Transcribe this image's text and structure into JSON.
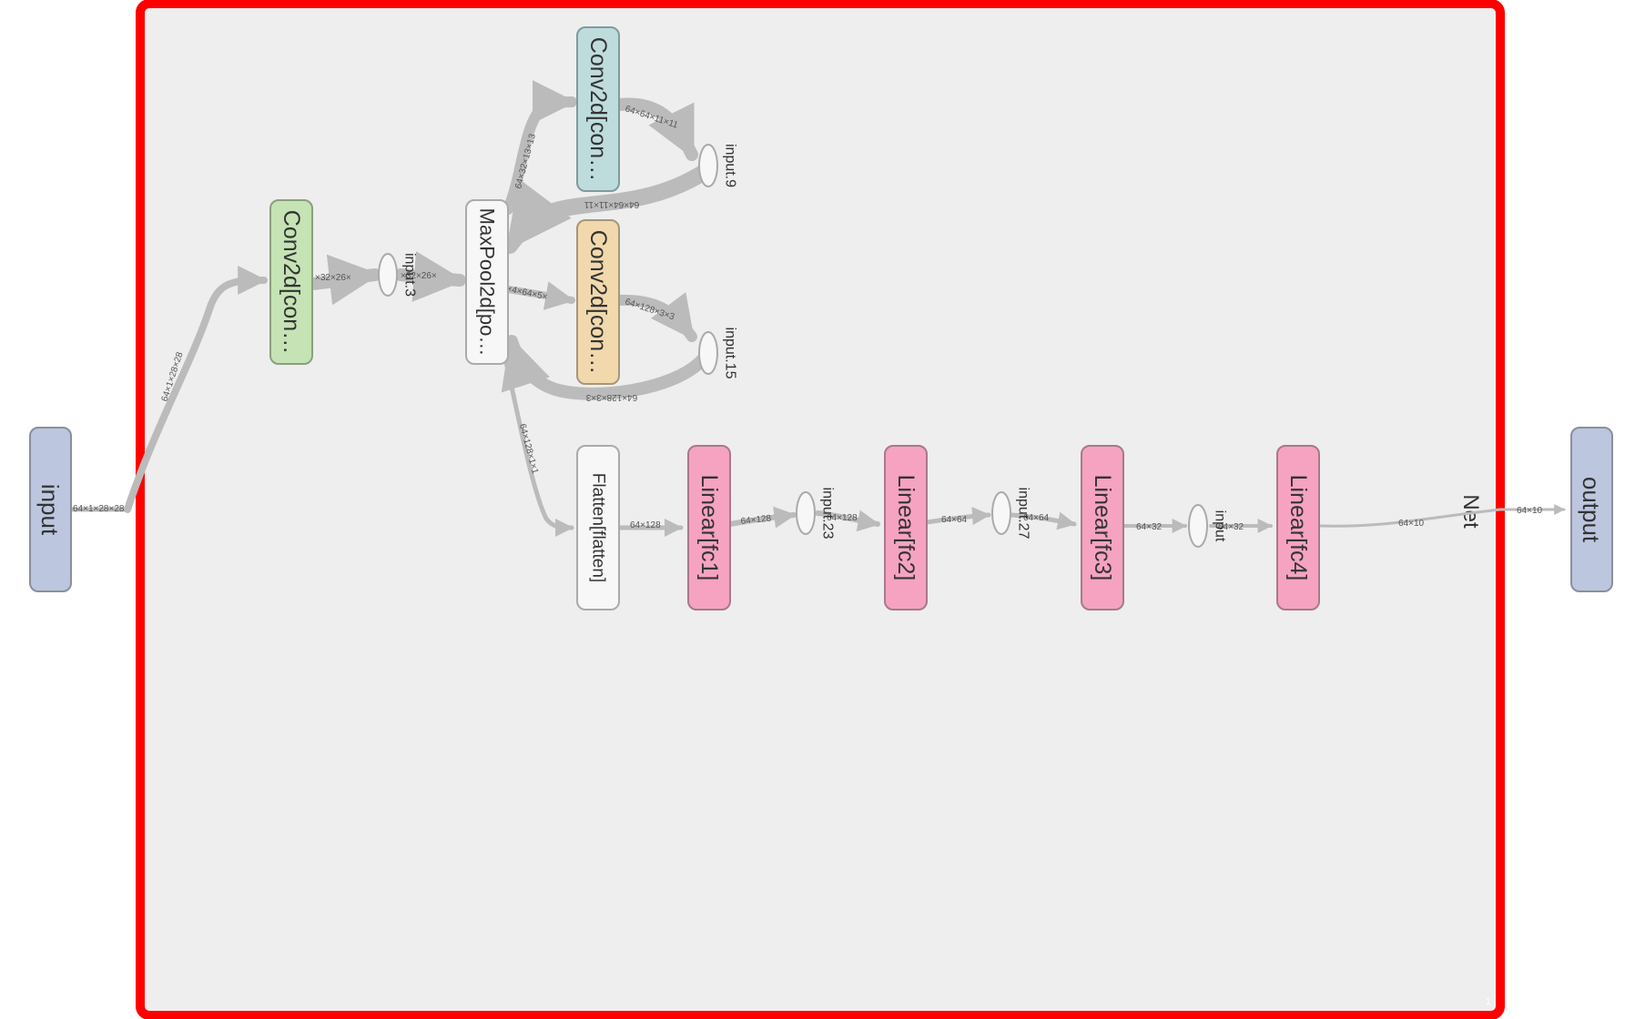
{
  "group": {
    "label": "Net",
    "corner_label": "1",
    "border_color": "#ff0000",
    "fill_color": "#eeeeee"
  },
  "colors": {
    "io": "#bcc6de",
    "conv": "#c5e3b5",
    "conv_a": "#bfdcdd",
    "conv_b": "#f1d9ad",
    "neutral": "#f7f7f7",
    "linear": "#f5a3c0",
    "edge": "#bbbbbb"
  },
  "nodes": {
    "input": "input",
    "conv1": "Conv2d[con…",
    "op_input3": "input.3",
    "maxpool": "MaxPool2d[po…",
    "conv2": "Conv2d[con…",
    "op_input9": "input.9",
    "conv3": "Conv2d[con…",
    "op_input15": "input.15",
    "flatten": "Flatten[flatten]",
    "fc1": "Linear[fc1]",
    "op_input23": "input.23",
    "fc2": "Linear[fc2]",
    "op_input27": "input.27",
    "fc3": "Linear[fc3]",
    "op_input": "input",
    "fc4": "Linear[fc4]",
    "output": "output"
  },
  "edges": {
    "e_input_net": "64×1×28×28",
    "e_net_conv1": "64×1×28×28",
    "e_conv1_in3": "×32×26×",
    "e_in3_pool": "×32×26×",
    "e_pool_conv2": "64×32×13×13",
    "e_conv2_in9": "64×64×11×11",
    "e_in9_pool": "64×64×11×11",
    "e_pool_conv3": "×4×64×5×",
    "e_conv3_in15": "64×128×3×3",
    "e_in15_pool": "64×128×3×3",
    "e_pool_flatten": "64×128×1×1",
    "e_flatten_fc1": "64×128",
    "e_fc1_in23": "64×128",
    "e_in23_fc2": "64×128",
    "e_fc2_in27": "64×64",
    "e_in27_fc3": "64×64",
    "e_fc3_in": "64×32",
    "e_in_fc4": "64×32",
    "e_fc4_net": "64×10",
    "e_net_output": "64×10"
  }
}
